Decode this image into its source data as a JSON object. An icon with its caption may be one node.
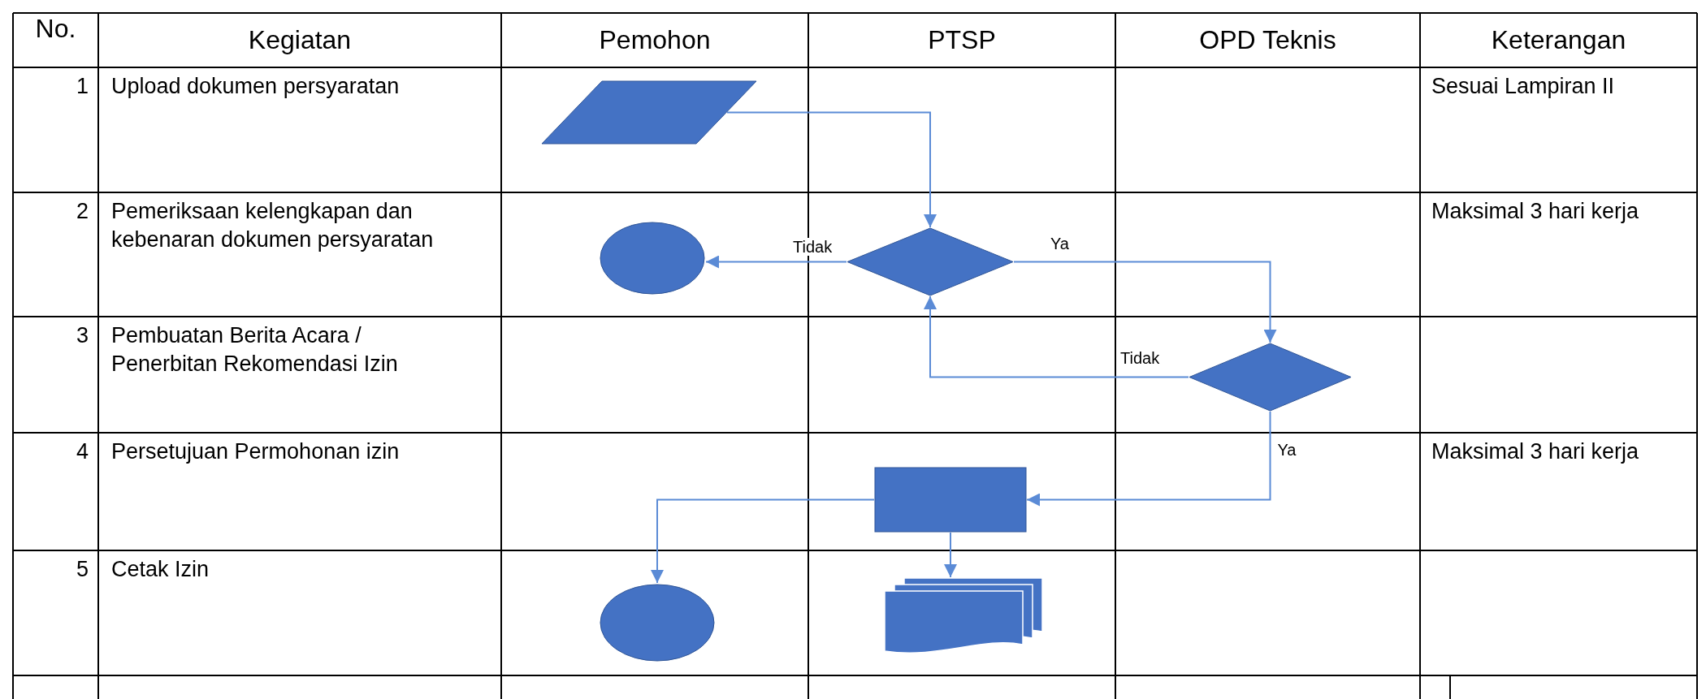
{
  "diagram": {
    "nodes": [
      {
        "text": [],
        "shape": "parallelogram"
      },
      {
        "text": [],
        "shape": "circle"
      },
      {
        "text": [],
        "shape": "diamond"
      },
      {
        "text": [],
        "shape": "diamond"
      },
      {
        "text": [],
        "shape": "box"
      },
      {
        "text": [],
        "shape": "circle"
      },
      {
        "text": [],
        "shape": "document"
      }
    ],
    "edges": [
      {
        "from": 0,
        "to": 2,
        "arrow": "to"
      },
      {
        "from": 2,
        "to": 1,
        "arrow": "to",
        "label": "Tidak"
      },
      {
        "from": 2,
        "to": 3,
        "arrow": "to",
        "label": "Ya"
      },
      {
        "from": 3,
        "to": 2,
        "arrow": "to",
        "label": "Tidak"
      },
      {
        "from": 3,
        "to": 4,
        "arrow": "to",
        "label": "Ya"
      },
      {
        "from": 4,
        "to": 5,
        "arrow": "to"
      },
      {
        "from": 4,
        "to": 6,
        "arrow": "to"
      }
    ],
    "labels": [
      "No.",
      "Kegiatan",
      "Pemohon",
      "PTSP",
      "OPD Teknis",
      "Keterangan",
      "1",
      "Upload dokumen persyaratan",
      "Sesuai Lampiran II",
      "2",
      "Pemeriksaan kelengkapan dan kebenaran dokumen persyaratan",
      "Maksimal 3 hari kerja",
      "3",
      "Pembuatan Berita Acara / Penerbitan Rekomendasi Izin",
      "4",
      "Persetujuan Permohonan izin",
      "Maksimal 3 hari kerja",
      "5",
      "Cetak Izin"
    ]
  }
}
